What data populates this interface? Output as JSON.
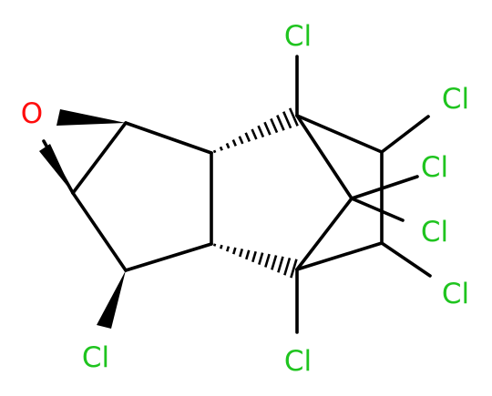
{
  "molecule": {
    "colors": {
      "bond": "#000000",
      "chlorine": "#1fc41f",
      "oxygen": "#ff0d0d",
      "background": "#ffffff"
    },
    "atoms": {
      "oxygen": "O",
      "cl_top": "Cl",
      "cl_upper_right": "Cl",
      "cl_mid_right_1": "Cl",
      "cl_mid_right_2": "Cl",
      "cl_lower_right": "Cl",
      "cl_bottom_center": "Cl",
      "cl_bottom_left": "Cl"
    }
  }
}
